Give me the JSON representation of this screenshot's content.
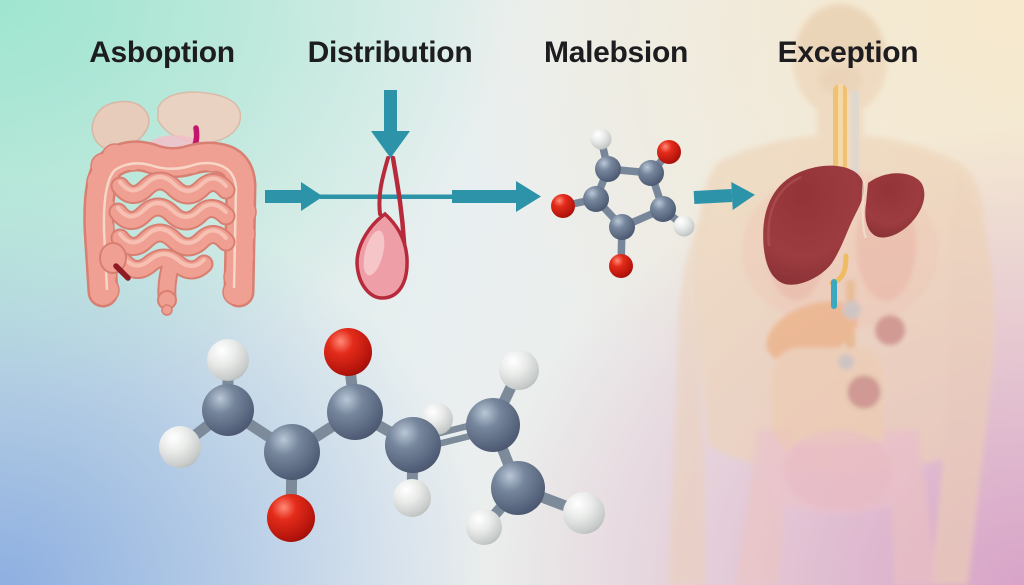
{
  "labels": [
    {
      "text": "Asboption"
    },
    {
      "text": "Distribution"
    },
    {
      "text": "Malebsion"
    },
    {
      "text": "Exception"
    }
  ],
  "figures": {
    "intestines": "intestines-illustration",
    "gallbladder": "gallbladder-bile-duct-illustration",
    "ring_molecule": "cyclic-molecule-3d-icon",
    "chain_molecule": "ball-and-stick-molecule-3d-icon",
    "liver": "liver-illustration",
    "body": "human-body-silhouette",
    "arrows": [
      "down-arrow",
      "right-arrow",
      "right-arrow",
      "right-arrow"
    ]
  },
  "colors": {
    "arrow_teal": "#2d93a8",
    "label_text": "#1d1d20",
    "intestine_pink": "#efa092",
    "intestine_outline": "#d87f72",
    "gallbladder_pink": "#ee9ea6",
    "bile_duct_red": "#b72a3c",
    "magenta_duct": "#c2156b",
    "liver_maroon": "#97383c",
    "molecule_carbon_gray": "#68758a",
    "molecule_oxygen_red": "#d92318",
    "molecule_hydrogen_white": "#e6e8e7",
    "bg_top_left": "#9ce5cf",
    "bg_bottom_left": "#86a8e0",
    "bg_top_right": "#f6e9cd",
    "bg_bottom_right": "#d6a0c7"
  }
}
